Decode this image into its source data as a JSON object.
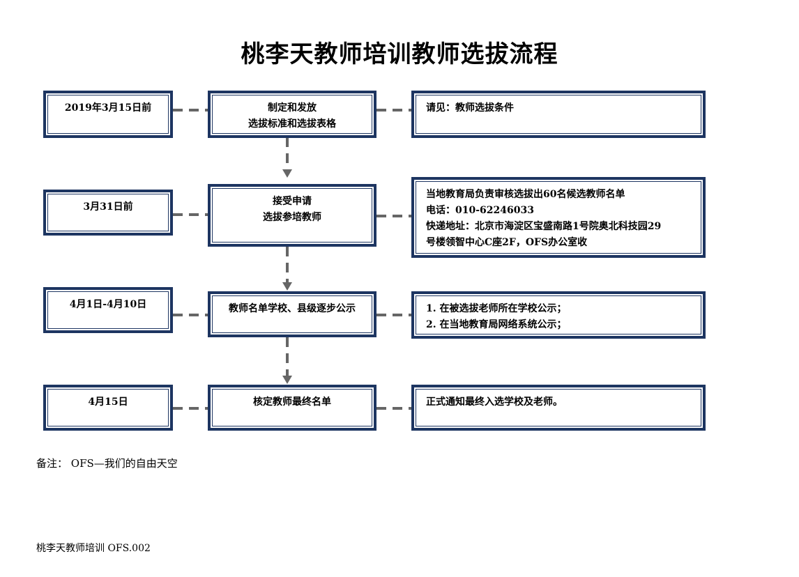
{
  "title": "桃李天教师培训教师选拔流程",
  "rows": [
    {
      "date": "2019年3月15日前",
      "step": [
        "制定和发放",
        "选拔标准和选拔表格"
      ],
      "detail": [
        "请见：教师选拔条件"
      ]
    },
    {
      "date": "3月31日前",
      "step": [
        "接受申请",
        "选拔参培教师"
      ],
      "detail": [
        "当地教育局负责审核选拔出60名候选教师名单",
        "电话：010-62246033",
        "快递地址：北京市海淀区宝盛南路1号院奥北科技园29",
        "号楼领智中心C座2F，OFS办公室收"
      ]
    },
    {
      "date": "4月1日-4月10日",
      "step": [
        "教师名单学校、县级逐步公示"
      ],
      "detail": [
        "1. 在被选拔老师所在学校公示；",
        "2. 在当地教育局网络系统公示；"
      ]
    },
    {
      "date": "4月15日",
      "step": [
        "核定教师最终名单"
      ],
      "detail": [
        "正式通知最终入选学校及老师。"
      ]
    }
  ],
  "note": "备注：  OFS—我们的自由天空",
  "footer": "桃李天教师培训  OFS.002",
  "colors": {
    "border": "#1d3561",
    "connector": "#666666"
  }
}
